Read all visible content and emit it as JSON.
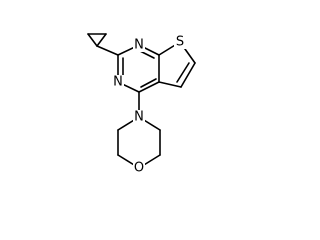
{
  "molecule": {
    "atoms": [
      {
        "id": "N1",
        "label": "N"
      },
      {
        "id": "N3",
        "label": "N"
      },
      {
        "id": "S",
        "label": "S"
      },
      {
        "id": "N_morph",
        "label": "N"
      },
      {
        "id": "O",
        "label": "O"
      }
    ],
    "colors": {
      "bond": "#000000",
      "label": "#000000",
      "background": "#ffffff"
    }
  }
}
